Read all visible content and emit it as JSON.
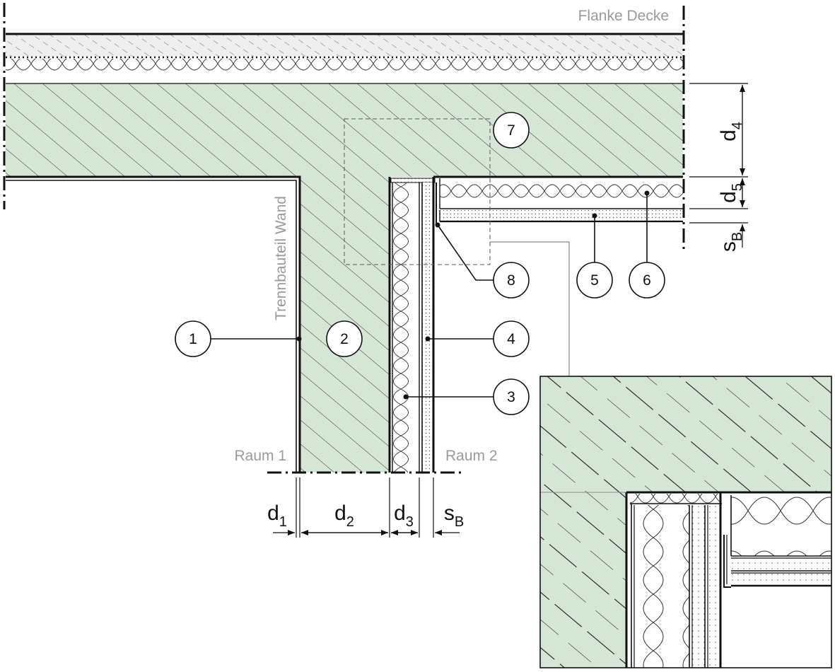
{
  "labels": {
    "flank": "Flanke Decke",
    "wall": "Trennbauteil Wand",
    "room1": "Raum 1",
    "room2": "Raum 2"
  },
  "callouts": [
    {
      "id": "1"
    },
    {
      "id": "2"
    },
    {
      "id": "3"
    },
    {
      "id": "4"
    },
    {
      "id": "5"
    },
    {
      "id": "6"
    },
    {
      "id": "7"
    },
    {
      "id": "8"
    }
  ],
  "dimensions": {
    "d1": {
      "main": "d",
      "sub": "1"
    },
    "d2": {
      "main": "d",
      "sub": "2"
    },
    "d3": {
      "main": "d",
      "sub": "3"
    },
    "sB_bottom": {
      "main": "s",
      "sub": "B"
    },
    "d4": {
      "main": "d",
      "sub": "4"
    },
    "d5": {
      "main": "d",
      "sub": "5"
    },
    "sB_right": {
      "main": "s",
      "sub": "B"
    }
  },
  "colors": {
    "concrete": "#d6e6d6",
    "insulation": "#ffffff",
    "screed": "#eeeeee",
    "line": "#111111",
    "label_gray": "#9a9a9a"
  }
}
